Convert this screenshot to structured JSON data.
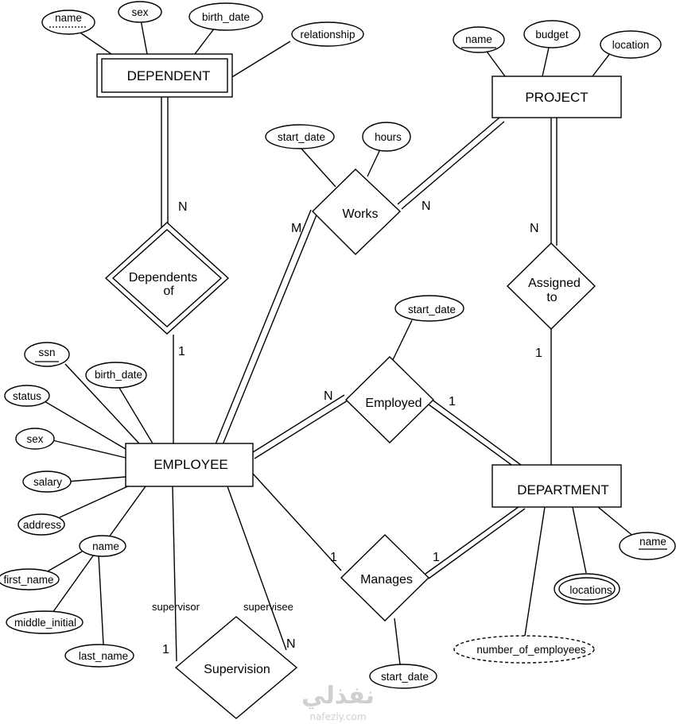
{
  "entities": {
    "dependent": "DEPENDENT",
    "project": "PROJECT",
    "employee": "EMPLOYEE",
    "department": "DEPARTMENT"
  },
  "relationships": {
    "works": "Works",
    "dependents_of": [
      "Dependents",
      "of"
    ],
    "assigned_to": [
      "Assigned",
      "to"
    ],
    "employed": "Employed",
    "manages": "Manages",
    "supervision": "Supervision"
  },
  "attributes": {
    "dependent_name": "name",
    "dependent_sex": "sex",
    "dependent_birth_date": "birth_date",
    "dependent_relationship": "relationship",
    "project_name": "name",
    "project_budget": "budget",
    "project_location": "location",
    "works_start_date": "start_date",
    "works_hours": "hours",
    "employee_ssn": "ssn",
    "employee_birth_date": "birth_date",
    "employee_status": "status",
    "employee_sex": "sex",
    "employee_salary": "salary",
    "employee_address": "address",
    "employee_name": "name",
    "employee_first_name": "first_name",
    "employee_middle_initial": "middle_initial",
    "employee_last_name": "last_name",
    "employed_start_date": "start_date",
    "manages_start_date": "start_date",
    "department_name": "name",
    "department_locations": "locations",
    "department_number_of_employees": "number_of_employees"
  },
  "cardinalities": {
    "dependent_dependents_of": "N",
    "employee_dependents_of": "1",
    "employee_works": "M",
    "project_works": "N",
    "project_assigned_to": "N",
    "department_assigned_to": "1",
    "employee_employed": "N",
    "department_employed": "1",
    "employee_manages": "1",
    "department_manages": "1",
    "supervisor_supervision": "1",
    "supervisee_supervision": "N"
  },
  "roles": {
    "supervisor": "supervisor",
    "supervisee": "supervisee"
  },
  "watermark": {
    "arabic": "نفذلي",
    "latin": "nafezly.com"
  }
}
